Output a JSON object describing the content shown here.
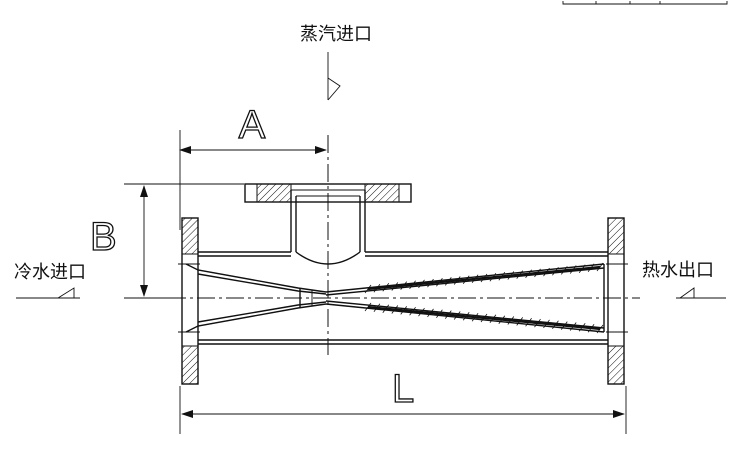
{
  "labels": {
    "steam_inlet": "蒸汽进口",
    "cold_water_inlet": "冷水进口",
    "hot_water_outlet": "热水出口"
  },
  "dimensions": {
    "a": "A",
    "b": "B",
    "l": "L"
  }
}
